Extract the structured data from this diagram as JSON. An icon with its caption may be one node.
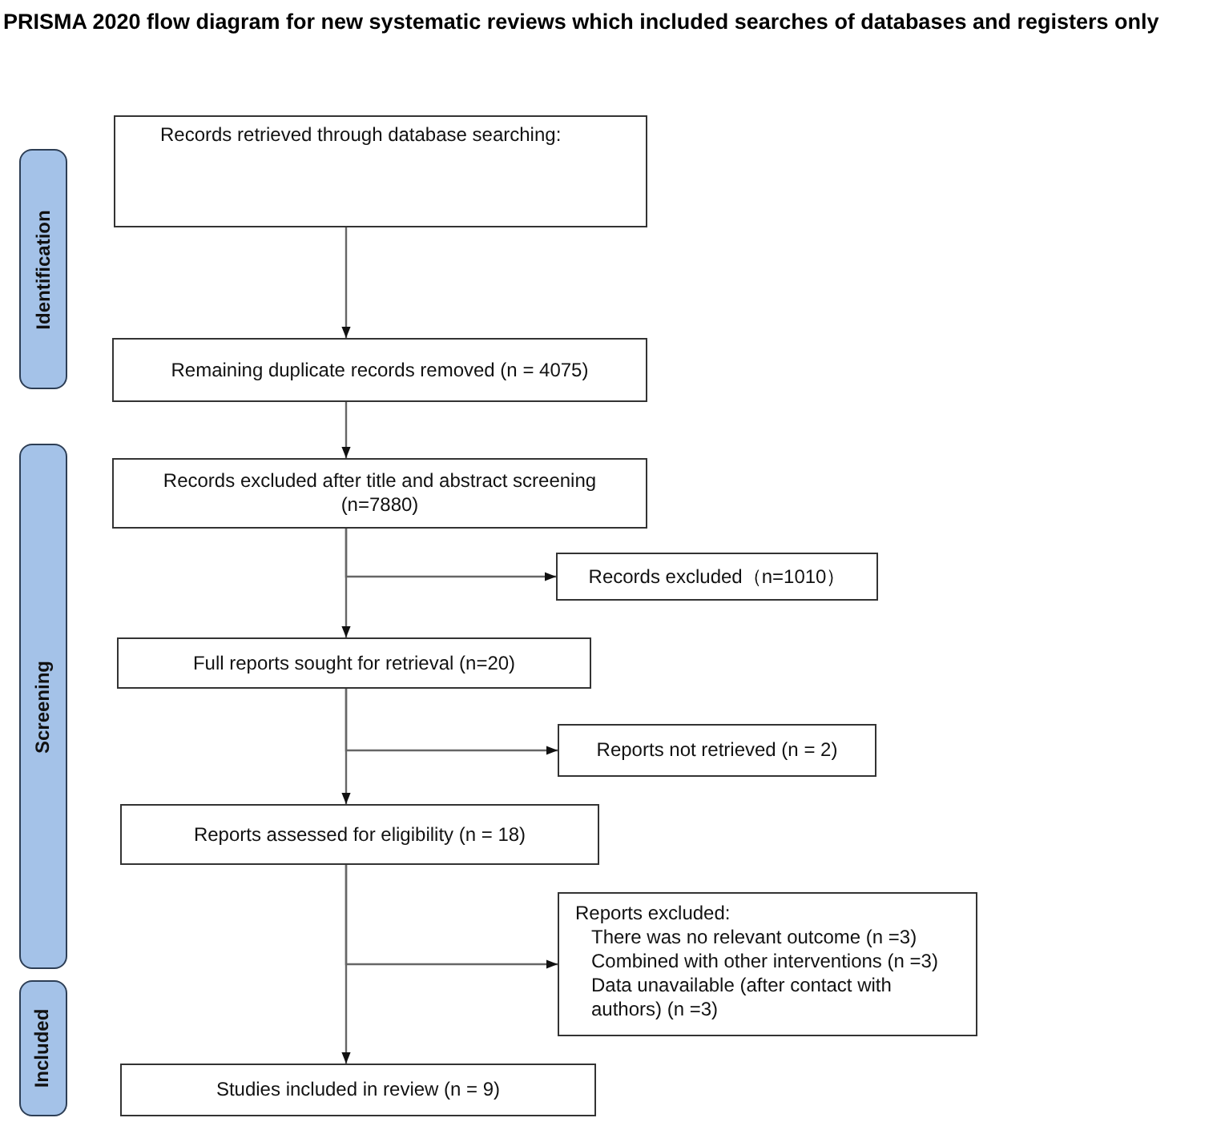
{
  "diagram": {
    "title": "PRISMA 2020 flow diagram for new systematic reviews which included searches of databases and registers only",
    "nodes": [
      {
        "text": [
          "Identification"
        ]
      },
      {
        "text": [
          "Screening"
        ]
      },
      {
        "text": [
          "Included"
        ]
      },
      {
        "text": [
          "Records retrieved through database searching:"
        ]
      },
      {
        "text": [
          "Remaining duplicate records removed (n = 4075)"
        ]
      },
      {
        "text": [
          "Records excluded after title and abstract screening (n=7880)"
        ]
      },
      {
        "text": [
          "Records excluded（n=1010）"
        ]
      },
      {
        "text": [
          "Full reports sought for retrieval (n=20)"
        ]
      },
      {
        "text": [
          "Reports not retrieved (n = 2)"
        ]
      },
      {
        "text": [
          "Reports assessed for eligibility (n = 18)"
        ]
      },
      {
        "text": [
          "Reports excluded:",
          "There was no relevant outcome (n =3)",
          "Combined with other interventions (n =3)",
          "Data unavailable (after contact with authors) (n =3)"
        ]
      },
      {
        "text": [
          "Studies included in review (n = 9)"
        ]
      }
    ],
    "edges": [
      {
        "from": 3,
        "to": 4,
        "arrow": "to"
      },
      {
        "from": 4,
        "to": 5,
        "arrow": "to"
      },
      {
        "from": 5,
        "to": 6,
        "arrow": "to"
      },
      {
        "from": 5,
        "to": 7,
        "arrow": "to"
      },
      {
        "from": 7,
        "to": 8,
        "arrow": "to"
      },
      {
        "from": 7,
        "to": 9,
        "arrow": "to"
      },
      {
        "from": 9,
        "to": 10,
        "arrow": "to"
      },
      {
        "from": 9,
        "to": 11,
        "arrow": "to"
      }
    ]
  }
}
